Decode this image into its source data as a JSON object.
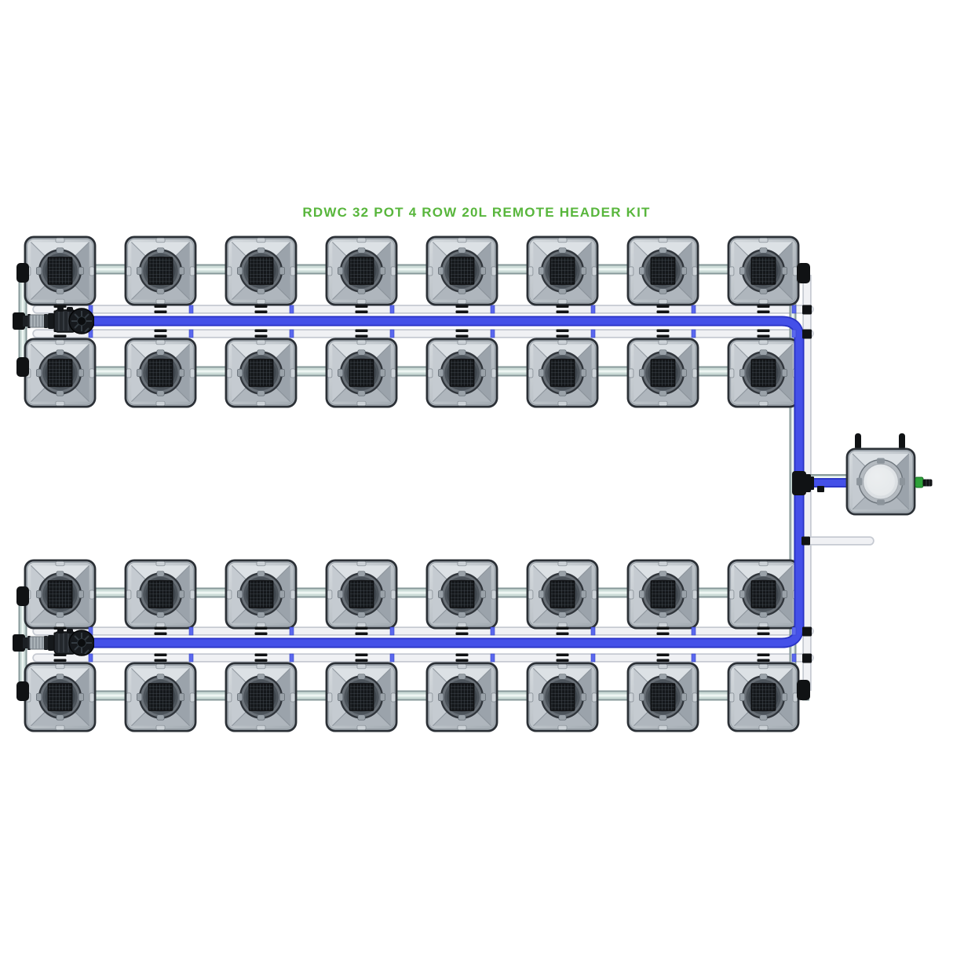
{
  "title": "RDWC 32 POT 4 ROW 20L REMOTE HEADER KIT",
  "kit": {
    "system": "RDWC",
    "total_pots": 32,
    "rows": 4,
    "pots_per_row": 8,
    "pot_size": "20L",
    "header": "REMOTE HEADER"
  },
  "components": {
    "pot_icon": "square-pot-with-mesh-lid",
    "header_tank_icon": "remote-header-tank",
    "pump_icon": "inline-water-pump",
    "feed_pipe_icon": "blue-feed-pipe",
    "return_pipe_icon": "white-return-pipe",
    "manifold_pipe_icon": "silver-manifold-pipe",
    "drain_pipe_icon": "overflow-drain-pipe",
    "outlet_icon": "green-outlet-valve"
  },
  "colors": {
    "title_green": "#58b63c",
    "feed_blue": "#4450e8",
    "feed_blue_dark": "#2832c4",
    "feed_blue_clip": "#5a68ee",
    "white_pipe": "#f0f1f4",
    "white_pipe_edge": "#c6cad2",
    "silver_pipe": "#ccdcd8",
    "silver_pipe_edge": "#87999a",
    "silver_pipe_hi": "#eef6f3",
    "fitting_black": "#101214",
    "outlet_green": "#2fa23a",
    "background": "#ffffff"
  }
}
